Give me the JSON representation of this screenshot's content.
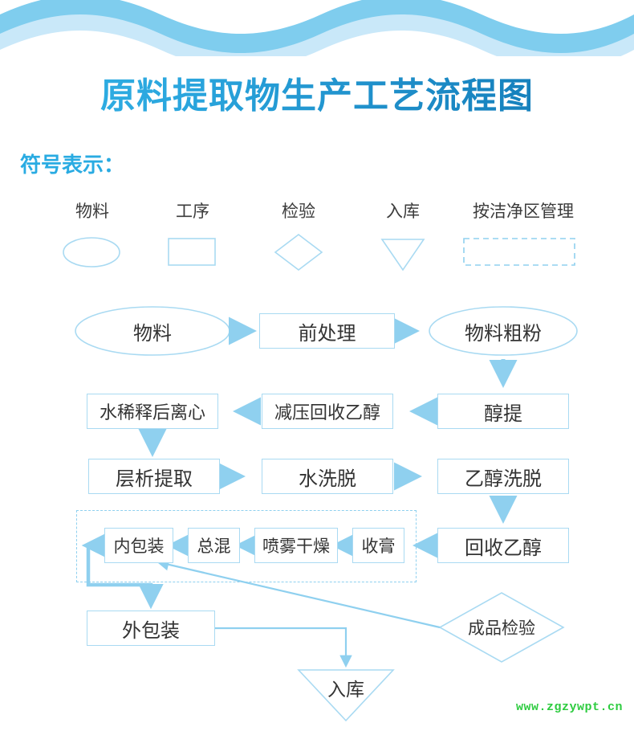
{
  "page": {
    "title": "原料提取物生产工艺流程图",
    "legend_heading": "符号表示："
  },
  "legend": {
    "items": [
      {
        "label": "物料",
        "icon": "ellipse-shape-icon"
      },
      {
        "label": "工序",
        "icon": "rectangle-shape-icon"
      },
      {
        "label": "检验",
        "icon": "diamond-shape-icon"
      },
      {
        "label": "入库",
        "icon": "inverted-triangle-shape-icon"
      },
      {
        "label": "按洁净区管理",
        "icon": "dashed-rectangle-shape-icon"
      }
    ]
  },
  "flow": {
    "nodes": {
      "material": "物料",
      "pretreatment": "前处理",
      "coarse_powder": "物料粗粉",
      "alcohol_extraction": "醇提",
      "vacuum_ethanol_recovery": "减压回收乙醇",
      "water_dilution_centrifuge": "水稀释后离心",
      "chromatography_extraction": "层析提取",
      "water_elution": "水洗脱",
      "ethanol_elution": "乙醇洗脱",
      "ethanol_recovery": "回收乙醇",
      "extract_collection": "收膏",
      "spray_drying": "喷雾干燥",
      "total_mixing": "总混",
      "inner_packaging": "内包装",
      "outer_packaging": "外包装",
      "finished_inspection": "成品检验",
      "warehousing": "入库"
    }
  },
  "watermark": {
    "text": "www.zgzywpt.cn"
  },
  "colors": {
    "wave_dark": "#7fcdee",
    "wave_light": "#c9e8f9",
    "title_gradient_start": "#32b3e6",
    "title_gradient_end": "#0f77b4",
    "accent": "#29abe2",
    "shape_stroke": "#a9daf2",
    "arrow": "#8fd0ef",
    "node_text": "#333333",
    "legend_text": "#3b3b3b",
    "watermark": "#2ecc40"
  }
}
